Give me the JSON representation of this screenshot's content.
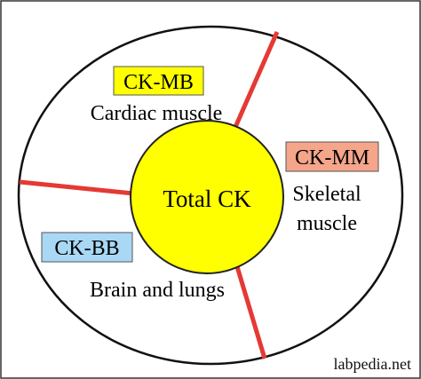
{
  "center": {
    "label": "Total CK",
    "fill_color": "#ffff00"
  },
  "segments": [
    {
      "id": "mb",
      "badge_label": "CK-MB",
      "badge_color": "#ffff00",
      "tissue_lines": [
        "Cardiac muscle"
      ]
    },
    {
      "id": "mm",
      "badge_label": "CK-MM",
      "badge_color": "#f4a58a",
      "tissue_lines": [
        "Skeletal",
        "muscle"
      ]
    },
    {
      "id": "bb",
      "badge_label": "CK-BB",
      "badge_color": "#a9d8f5",
      "tissue_lines": [
        "Brain and lungs"
      ]
    }
  ],
  "divider_color": "#e53935",
  "watermark": "labpedia.net"
}
